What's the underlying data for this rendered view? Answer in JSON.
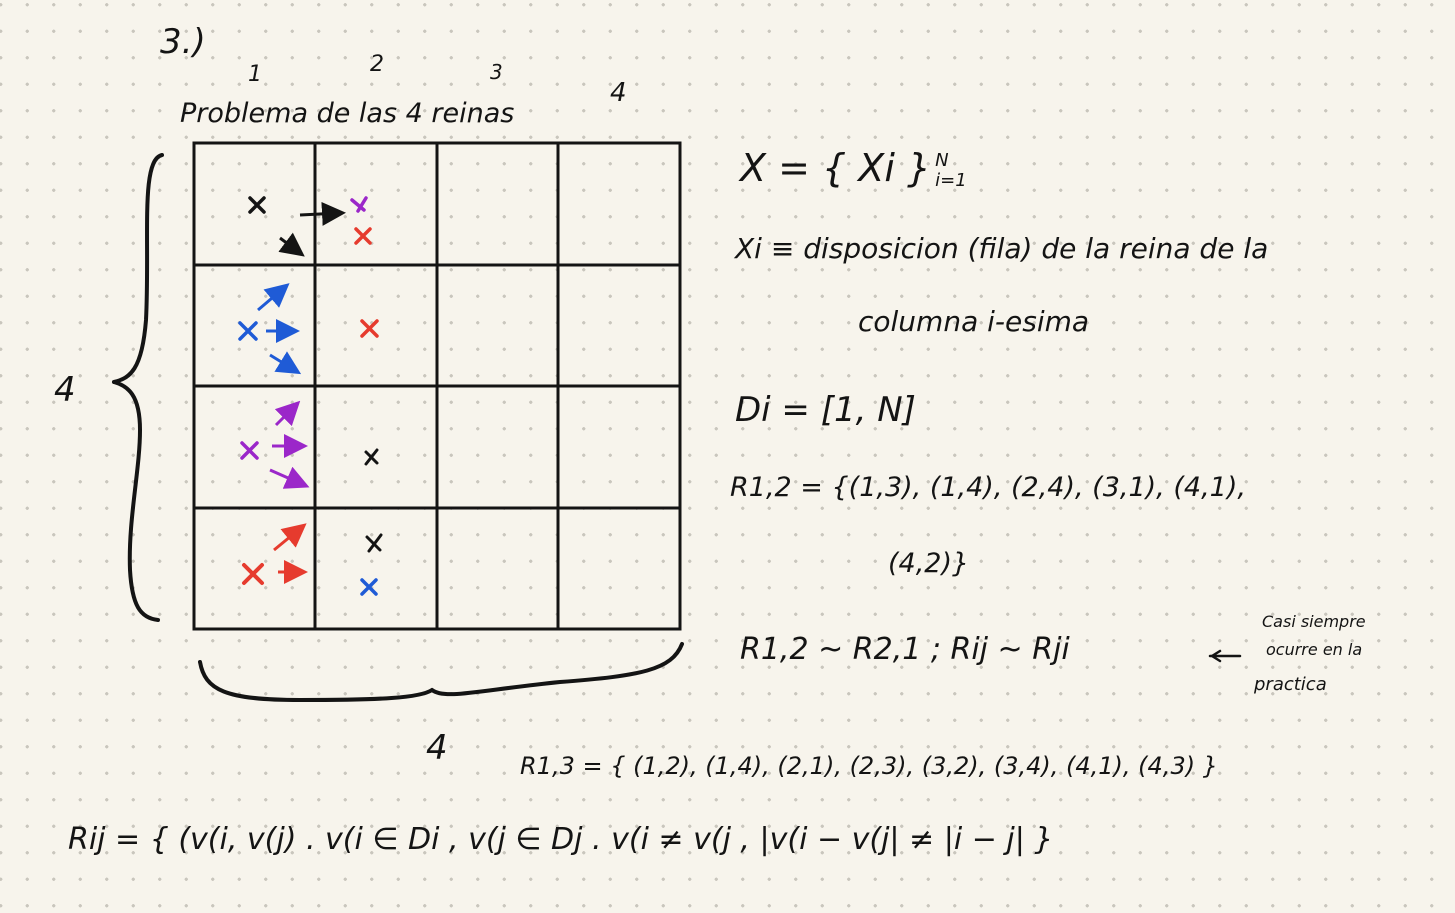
{
  "page": {
    "problem_number": "3.)",
    "title": "Problema de las 4 reinas"
  },
  "board": {
    "column_numbers": [
      "1",
      "2",
      "3",
      "4"
    ],
    "rows_label": "4",
    "cols_label": "4"
  },
  "notes": {
    "variables": "X = { Xi }",
    "variables_sup": "N",
    "variables_sub": "i=1",
    "xi_def_line1": "Xi ≡ disposicion (fila) de la reina de la",
    "xi_def_line2": "columna i-esima",
    "domain": "Di = [1, N]",
    "r12_line1": "R1,2 = {(1,3), (1,4), (2,4), (3,1), (4,1),",
    "r12_line2": "(4,2)}",
    "symmetry": "R1,2 ~ R2,1 ;  Rij ~ Rji",
    "aside_line1": "Casi siempre",
    "aside_line2": "ocurre en la",
    "aside_line3": "practica",
    "r13": "R1,3 = { (1,2), (1,4), (2,1), (2,3), (3,2), (3,4), (4,1), (4,3) }",
    "rij_general": "Rij = { (v(i, v(j) . v(i ∈ Di , v(j ∈ Dj . v(i ≠ v(j , |v(i − v(j| ≠ |i − j| }"
  },
  "colors": {
    "ink": "#141414",
    "red": "#e63b2e",
    "blue": "#1f5bd6",
    "purple": "#9b27c9",
    "paper": "#f7f4ec"
  }
}
